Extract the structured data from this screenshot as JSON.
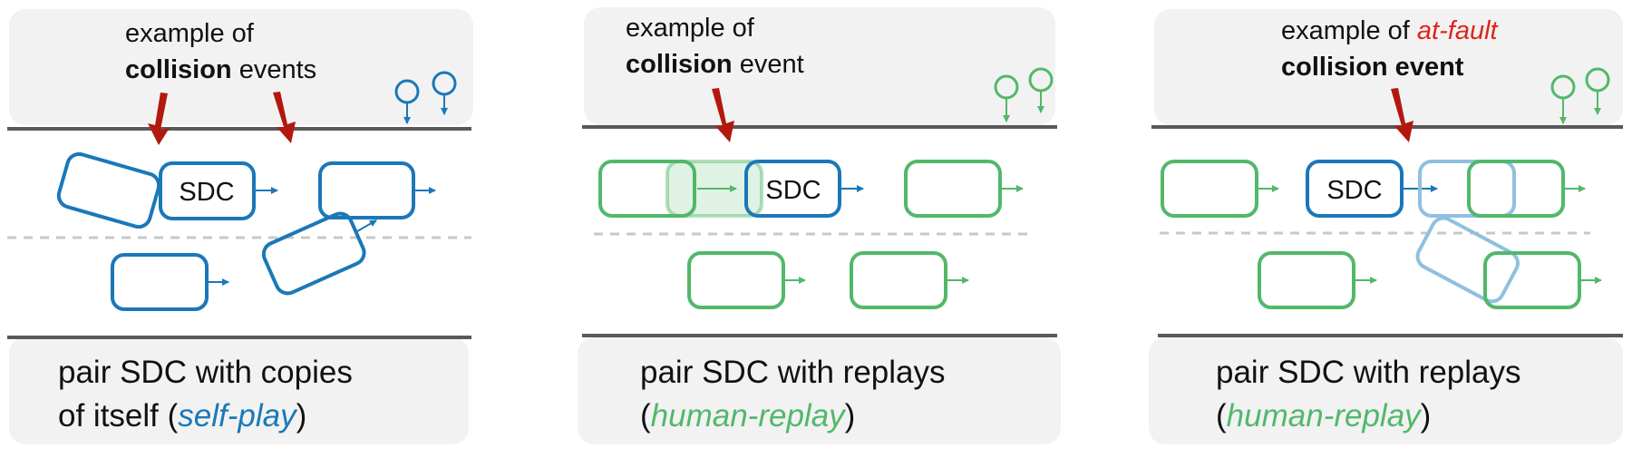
{
  "colors": {
    "blue": "#1a78b8",
    "green": "#52b86a",
    "light_blue": "#8fc0e0",
    "arrow_red": "#b3180e",
    "fault_red": "#e0231c",
    "panel_bg": "#f2f2f2",
    "road_line": "#595959",
    "lane_dash": "#c8c8c8"
  },
  "panels": [
    {
      "annotation": {
        "line1": "example of",
        "line2_bold": "collision",
        "line2_rest": " events"
      },
      "sdc_label": "SDC",
      "caption": {
        "line1": "pair SDC with copies",
        "line2_pre": "of itself (",
        "term": "self-play",
        "line2_post": ")"
      }
    },
    {
      "annotation": {
        "line1": "example of",
        "line2_bold": "collision",
        "line2_rest": " event"
      },
      "sdc_label": "SDC",
      "caption": {
        "line1": "pair SDC with replays",
        "line2_pre": "(",
        "term": "human-replay",
        "line2_post": ")"
      }
    },
    {
      "annotation": {
        "line1_pre": "example of ",
        "line1_italic": "at-fault",
        "line2_bold": "collision event"
      },
      "sdc_label": "SDC",
      "caption": {
        "line1": "pair SDC with replays",
        "line2_pre": "(",
        "term": "human-replay",
        "line2_post": ")"
      }
    }
  ]
}
